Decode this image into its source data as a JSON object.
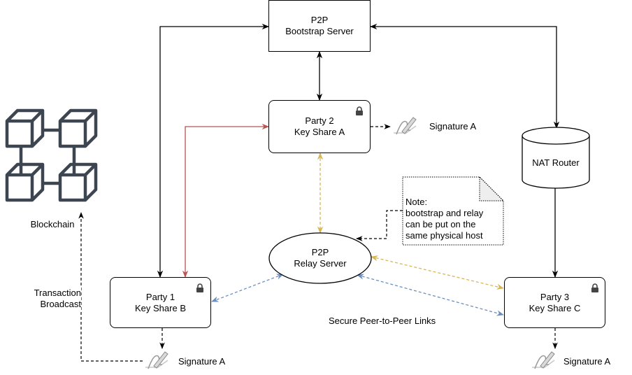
{
  "bootstrap_server": {
    "line1": "P2P",
    "line2": "Bootstrap Server"
  },
  "party2": {
    "line1": "Party 2",
    "line2": "Key Share A"
  },
  "party1": {
    "line1": "Party 1",
    "line2": "Key Share B"
  },
  "party3": {
    "line1": "Party 3",
    "line2": "Key Share C"
  },
  "relay_server": {
    "line1": "P2P",
    "line2": "Relay Server"
  },
  "nat_router": {
    "label": "NAT Router"
  },
  "blockchain": {
    "label": "Blockchain"
  },
  "signatures": {
    "party2": "Signature A",
    "party1": "Signature A",
    "party3": "Signature A"
  },
  "note": {
    "line1": "Note:",
    "line2": "bootstrap and relay",
    "line3": "can be put on the",
    "line4": "same physical host"
  },
  "tx_label": {
    "line1": "Transaction",
    "line2": "Broadcast"
  },
  "links_label": "Secure Peer-to-Peer Links",
  "colors": {
    "red": "#b85450",
    "yellow": "#d6b656",
    "blue": "#6c8ebf",
    "icon": "#3d4550"
  }
}
